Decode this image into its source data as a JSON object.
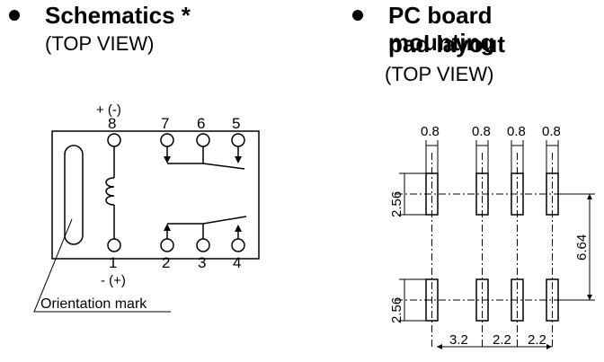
{
  "left": {
    "title": "Schematics *",
    "subtitle": "(TOP VIEW)",
    "top_polarity": "+ (-)",
    "bottom_polarity": "- (+)",
    "orientation_label": "Orientation mark",
    "pins_top": [
      "8",
      "7",
      "6",
      "5"
    ],
    "pins_bottom": [
      "1",
      "2",
      "3",
      "4"
    ]
  },
  "right": {
    "title_line1": "PC board mounting",
    "title_line2": "pad layout",
    "subtitle": "(TOP VIEW)",
    "pad_widths": [
      "0.8",
      "0.8",
      "0.8",
      "0.8"
    ],
    "pad_height_top": "2.56",
    "pad_height_bottom": "2.56",
    "row_pitch": "6.64",
    "col_spacing": [
      "3.2",
      "2.2",
      "2.2"
    ]
  }
}
